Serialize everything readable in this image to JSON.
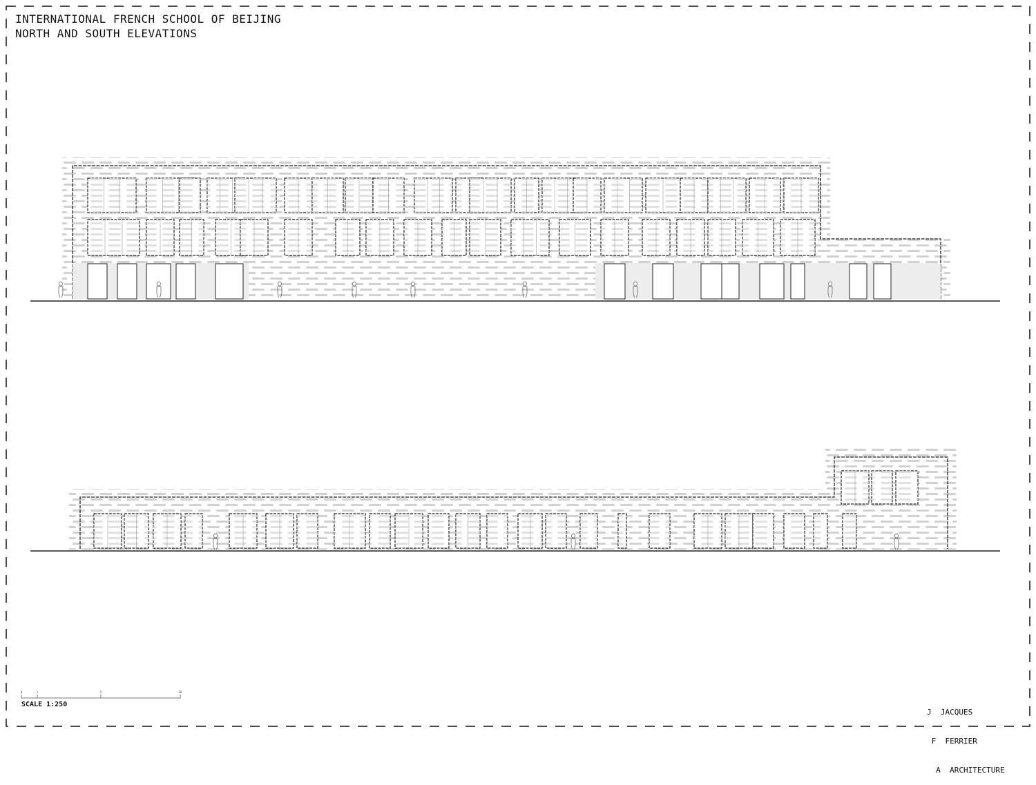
{
  "title": {
    "line1": "INTERNATIONAL FRENCH SCHOOL OF BEIJING",
    "line2": "NORTH AND SOUTH ELEVATIONS"
  },
  "scale": {
    "label": "SCALE 1:250",
    "ticks": [
      "0",
      "1",
      "5",
      "10"
    ]
  },
  "logo": {
    "lines": [
      "J  JACQUES",
      " F  FERRIER",
      "  A  ARCHITECTURE"
    ]
  },
  "colors": {
    "line": "#222222",
    "brick": "#d6d6d6",
    "fill": "#ededed"
  }
}
